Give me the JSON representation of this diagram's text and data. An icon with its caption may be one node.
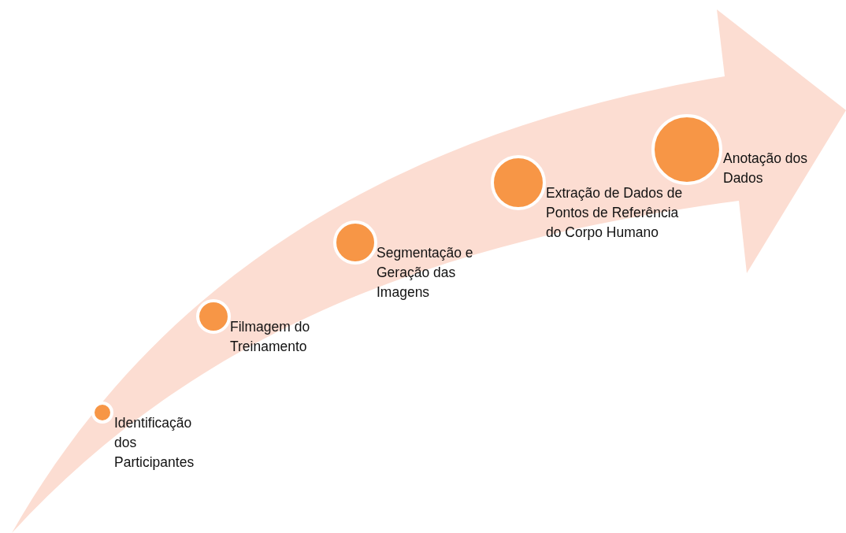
{
  "diagram": {
    "nodes": [
      {
        "text": [
          "Identificação dos Participantes"
        ]
      },
      {
        "text": [
          "Filmagem do Treinamento"
        ]
      },
      {
        "text": [
          "Segmentação e Geração das Imagens"
        ]
      },
      {
        "text": [
          "Extração de Dados de Pontos de Referência do Corpo Humano"
        ]
      },
      {
        "text": [
          "Anotação dos Dados"
        ]
      }
    ]
  }
}
